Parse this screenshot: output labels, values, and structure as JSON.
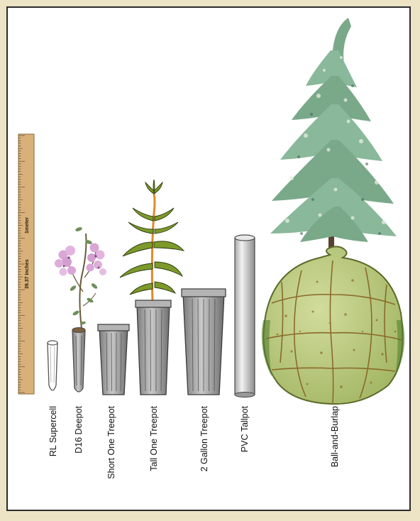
{
  "ruler": {
    "label_inches": "39.37 inches",
    "label_meter": "1meter"
  },
  "containers": [
    {
      "label": "RL Supercell"
    },
    {
      "label": "D16 Deepot"
    },
    {
      "label": "Short One Treepot"
    },
    {
      "label": "Tall One Treepot"
    },
    {
      "label": "2 Gallon Treepot"
    },
    {
      "label": "PVC Tallpot"
    },
    {
      "label": "Ball-and-Burlap"
    }
  ],
  "colors": {
    "background": "#ece4c4",
    "panel": "#ffffff",
    "ruler": "#d8b07a",
    "pot": "#9a9a9a",
    "pine": "#7aa98a",
    "burlap": "#b6c87a",
    "flower": "#d9a6d6"
  }
}
